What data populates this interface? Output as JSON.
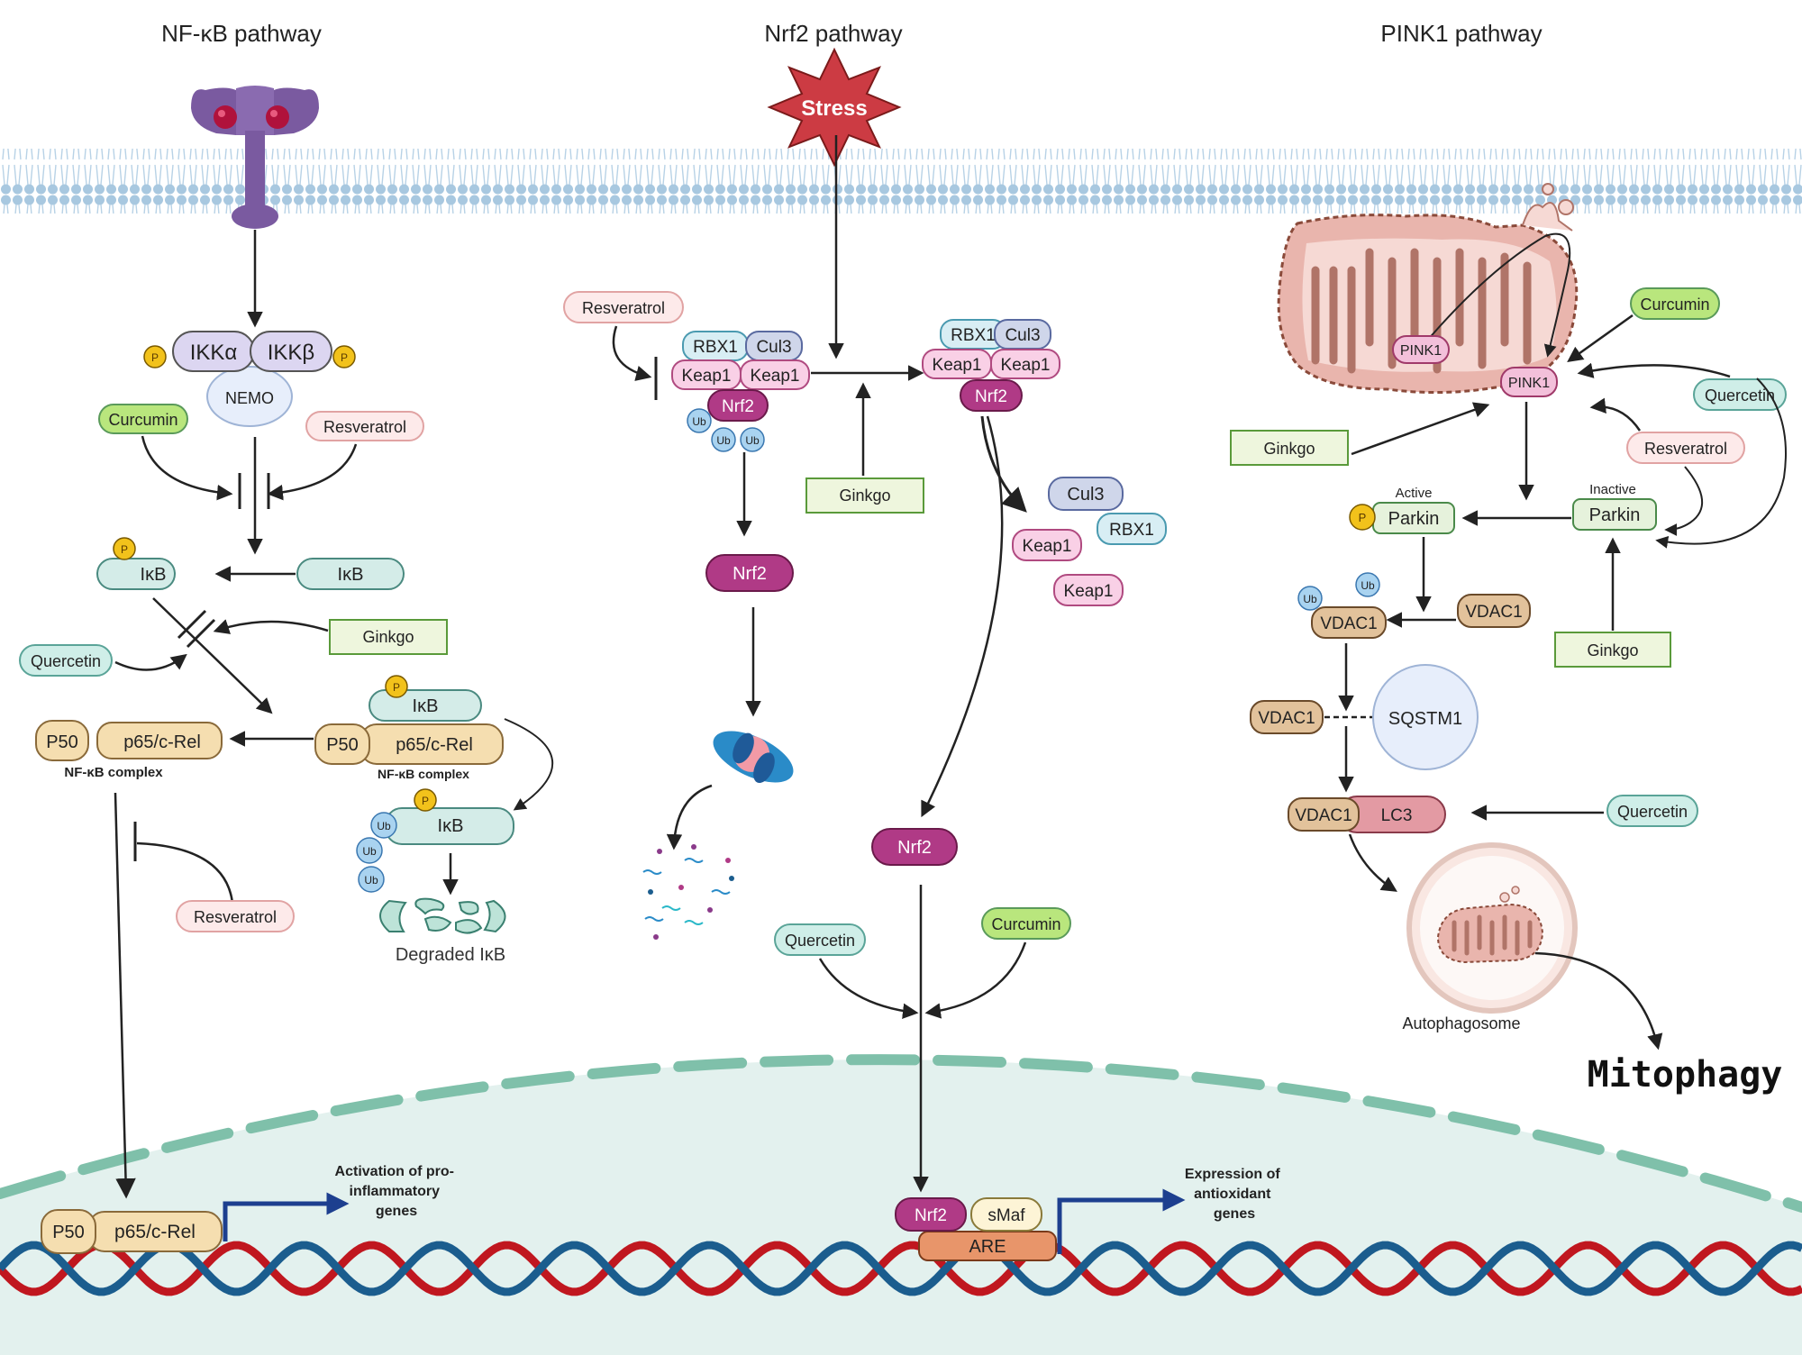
{
  "headers": {
    "nfkb": "NF-κB pathway",
    "nrf2": "Nrf2 pathway",
    "pink1": "PINK1 pathway"
  },
  "nfkb": {
    "ikka": "IKKα",
    "ikkb": "IKKβ",
    "nemo": "NEMO",
    "p": "P",
    "curcumin": "Curcumin",
    "resveratrol_top": "Resveratrol",
    "ikb": "IκB",
    "ginkgo": "Ginkgo",
    "quercetin": "Quercetin",
    "p50": "P50",
    "p65": "p65/c-Rel",
    "complex_label": "NF-κB complex",
    "ub": "Ub",
    "degraded": "Degraded IκB",
    "resveratrol_bottom": "Resveratrol",
    "activation_line1": "Activation of pro-",
    "activation_line2": "inflammatory",
    "activation_line3": "genes"
  },
  "nrf2": {
    "stress": "Stress",
    "resveratrol": "Resveratrol",
    "rbx1": "RBX1",
    "cul3": "Cul3",
    "keap1": "Keap1",
    "nrf2": "Nrf2",
    "ub": "Ub",
    "ginkgo": "Ginkgo",
    "quercetin": "Quercetin",
    "curcumin": "Curcumin",
    "smaf": "sMaf",
    "are": "ARE",
    "expression_line1": "Expression of",
    "expression_line2": "antioxidant",
    "expression_line3": "genes"
  },
  "pink1": {
    "pink1": "PINK1",
    "curcumin": "Curcumin",
    "quercetin": "Quercetin",
    "ginkgo": "Ginkgo",
    "resveratrol": "Resveratrol",
    "active": "Active",
    "inactive": "Inactive",
    "parkin": "Parkin",
    "p": "P",
    "ub": "Ub",
    "vdac1": "VDAC1",
    "sqstm1": "SQSTM1",
    "lc3": "LC3",
    "autophagosome": "Autophagosome",
    "mitophagy": "Mitophagy"
  },
  "colors": {
    "membrane": "#a8c8e0",
    "curcumin": "#b9e67d",
    "resveratrol": "#fdeaea",
    "quercetin": "#cfeee8",
    "ginkgo": "#eef6dd",
    "ikb": "#d4ece8",
    "nfkb": "#f5deb0",
    "nrf2": "#b03a86",
    "keap1": "#f9d0e6",
    "rbx1": "#d8eef4",
    "cul3": "#cfd6ea",
    "ub": "#a9d3f0",
    "vdac1": "#e2c29b",
    "lc3": "#e39aa3",
    "pink1": "#f3c0da",
    "parkin": "#e6f2dc",
    "are": "#e8956a",
    "dna_red": "#c0171f",
    "dna_blue": "#1b5d8e",
    "nucleus": "#e3f1ee",
    "phospho": "#f2c21b",
    "stress": "#cc3b43",
    "receptor": "#7a5aa0"
  }
}
